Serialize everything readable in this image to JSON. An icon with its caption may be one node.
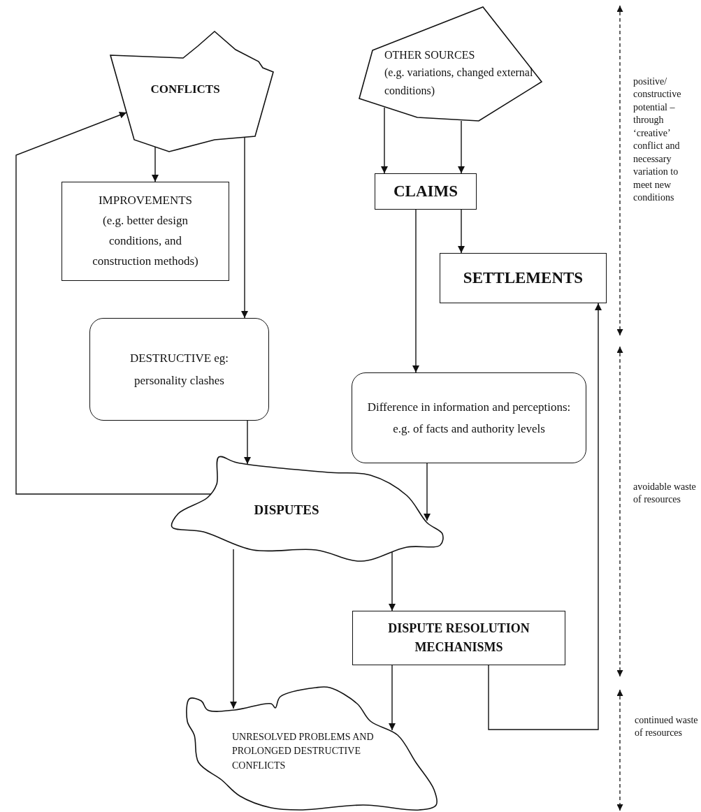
{
  "diagram": {
    "nodes": [
      {
        "text": [
          "CONFLICTS"
        ]
      },
      {
        "text": [
          "OTHER SOURCES",
          "(e.g. variations, changed external conditions)"
        ]
      },
      {
        "text": [
          "IMPROVEMENTS",
          "(e.g. better design conditions, and construction methods)"
        ]
      },
      {
        "text": [
          "CLAIMS"
        ]
      },
      {
        "text": [
          "SETTLEMENTS"
        ]
      },
      {
        "text": [
          "DESTRUCTIVE eg: personality clashes"
        ]
      },
      {
        "text": [
          "Difference in information and perceptions: e.g. of facts and authority levels"
        ]
      },
      {
        "text": [
          "DISPUTES"
        ]
      },
      {
        "text": [
          "DISPUTE RESOLUTION MECHANISMS"
        ]
      },
      {
        "text": [
          "UNRESOLVED PROBLEMS AND PROLONGED DESTRUCTIVE CONFLICTS"
        ]
      }
    ],
    "edges": [
      {
        "from": 0,
        "to": 2,
        "arrow": "to"
      },
      {
        "from": 0,
        "to": 5,
        "arrow": "to"
      },
      {
        "from": 7,
        "to": 0,
        "arrow": "to"
      },
      {
        "from": 1,
        "to": 3,
        "arrow": "to"
      },
      {
        "from": 1,
        "to": 3,
        "arrow": "to"
      },
      {
        "from": 3,
        "to": 4,
        "arrow": "to"
      },
      {
        "from": 3,
        "to": 6,
        "arrow": "to"
      },
      {
        "from": 5,
        "to": 7,
        "arrow": "to"
      },
      {
        "from": 6,
        "to": 7,
        "arrow": "to"
      },
      {
        "from": 7,
        "to": 9,
        "arrow": "to"
      },
      {
        "from": 7,
        "to": 8,
        "arrow": "to"
      },
      {
        "from": 8,
        "to": 9,
        "arrow": "to"
      },
      {
        "from": 8,
        "to": 4,
        "arrow": "to"
      }
    ],
    "labels": [
      "positive/ constructive potential – through ‘creative’ conflict and necessary variation to meet new conditions",
      "avoidable waste of resources",
      "continued waste of resources"
    ]
  }
}
